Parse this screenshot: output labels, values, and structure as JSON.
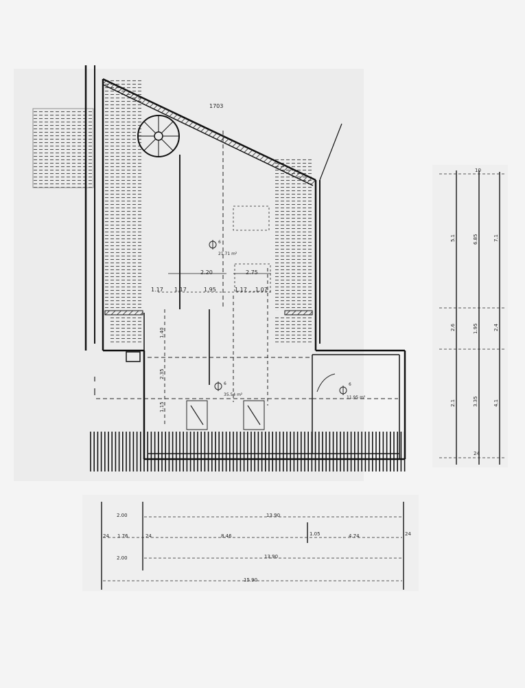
{
  "plan": {
    "rooms": [
      {
        "id": "upper",
        "number": "6",
        "area": "21.71 m²"
      },
      {
        "id": "middle",
        "number": "6",
        "area": "35.54 m²"
      },
      {
        "id": "right",
        "number": "6",
        "area": "11.95 m²"
      }
    ],
    "dims": {
      "top": "1703",
      "w220": "2.20",
      "w275": "2.75",
      "w117a": "1.17",
      "w117b": "1.17",
      "w195": "1.95",
      "w117c": "1.17",
      "w107": "1.07",
      "v140": "1.40",
      "v235": "2.35",
      "v115": "1.15"
    },
    "right_chain": {
      "top": "10",
      "v1a": "5.1",
      "v1b": "6.85",
      "v1c": "7.1",
      "v2a": "2.6",
      "v2b": "1.95",
      "v2c": "2.4",
      "v3a": "2.1",
      "v3b": "3.35",
      "v3c": "4.1",
      "v4": "24"
    },
    "bottom_chain": {
      "row1_left": "2.00",
      "row1_total": "13.90",
      "row2_a": "24",
      "row2_b": "1.76",
      "row2_c": "24",
      "row2_d": "8.46",
      "row2_e": "1.05",
      "row2_f": "4.74",
      "row2_g": "24",
      "row3_left": "2.00",
      "row3_total": "13.90",
      "row4_total": "15.90"
    }
  }
}
